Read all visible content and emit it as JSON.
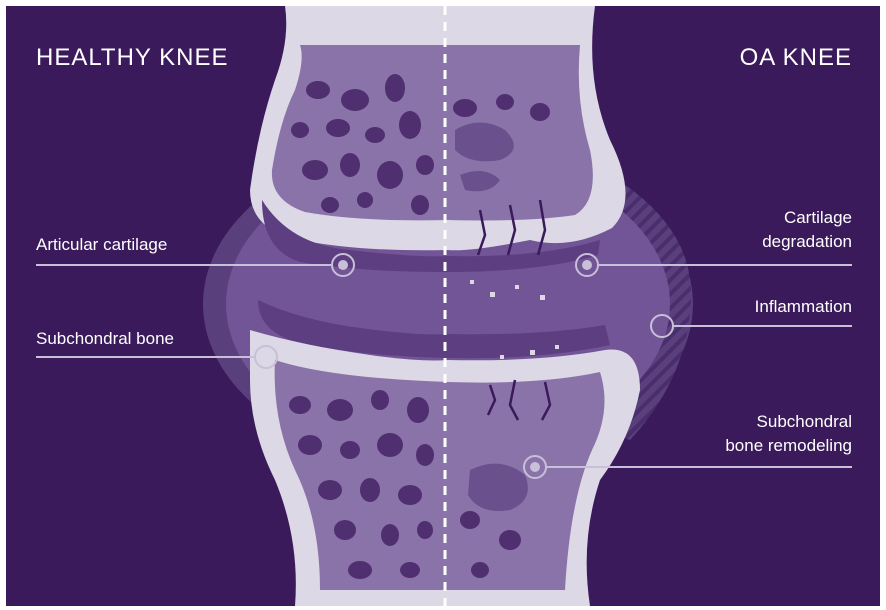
{
  "titles": {
    "left": "HEALTHY KNEE",
    "right": "OA KNEE"
  },
  "labels": {
    "articular_cartilage": "Articular cartilage",
    "subchondral_bone": "Subchondral bone",
    "cartilage_degradation_line1": "Cartilage",
    "cartilage_degradation_line2": "degradation",
    "inflammation": "Inflammation",
    "bone_remodeling_line1": "Subchondral",
    "bone_remodeling_line2": "bone remodeling"
  },
  "colors": {
    "background": "#3b1a5b",
    "bone_outline": "#dcd8e6",
    "marrow": "#8a73a8",
    "pores": "#4f2f70",
    "joint_fluid": "#725597",
    "cartilage": "#5d3e80",
    "callout": "#c9bfd8"
  }
}
